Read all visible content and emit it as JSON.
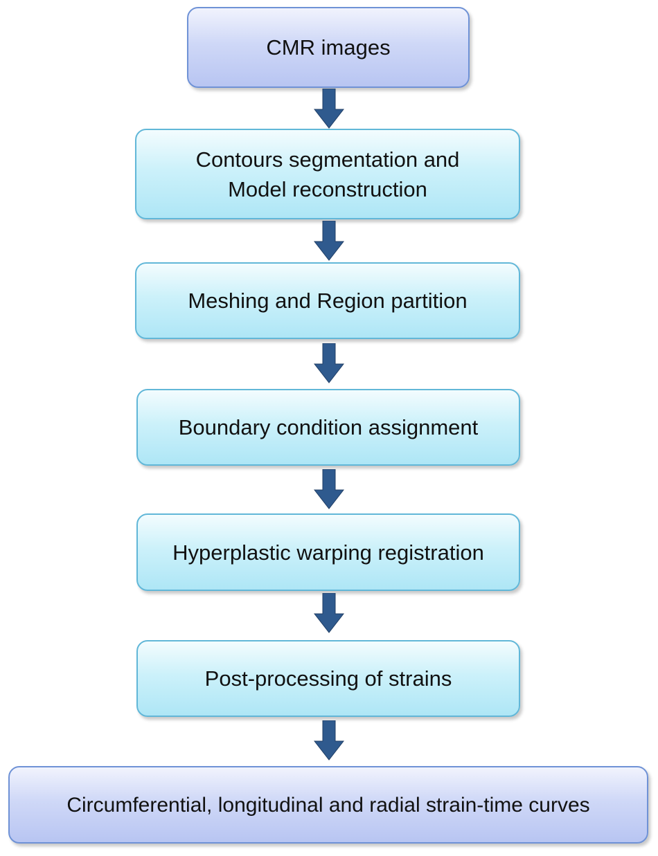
{
  "steps": [
    {
      "lines": [
        "CMR images"
      ]
    },
    {
      "lines": [
        "Contours segmentation and",
        "Model reconstruction"
      ]
    },
    {
      "lines": [
        "Meshing and Region partition"
      ]
    },
    {
      "lines": [
        "Boundary condition assignment"
      ]
    },
    {
      "lines": [
        "Hyperplastic warping registration"
      ]
    },
    {
      "lines": [
        "Post-processing of strains"
      ]
    },
    {
      "lines": [
        "Circumferential, longitudinal and radial strain-time curves"
      ]
    }
  ],
  "colors": {
    "lavender_box": "#cfd8f7",
    "cyan_box": "#ccf1fa",
    "arrow": "#2f5a8e",
    "text": "#111111"
  },
  "icons": {
    "connector": "arrow-down-icon"
  }
}
